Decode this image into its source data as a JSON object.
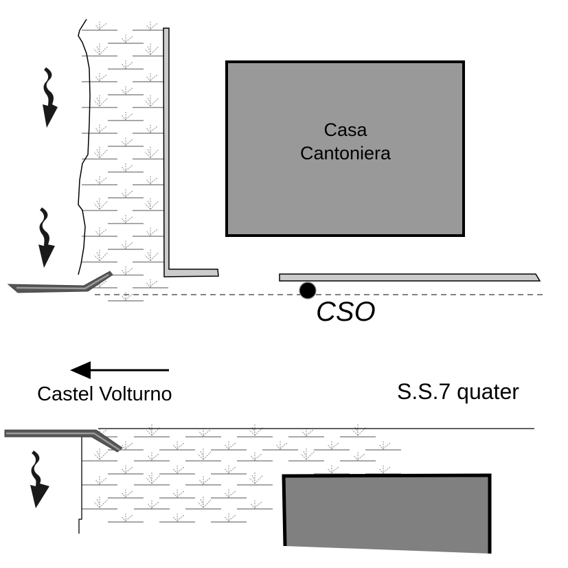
{
  "diagram": {
    "building_top": {
      "name_line1": "Casa",
      "name_line2": "Cantoniera",
      "fill": "#999999",
      "border": "#000000"
    },
    "building_bottom": {
      "fill": "#808080",
      "border": "#000000"
    },
    "outfall": {
      "label": "CSO",
      "marker_color": "#000000"
    },
    "direction": {
      "label": "Castel Volturno",
      "arrow": "arrow-left"
    },
    "road": {
      "label": "S.S.7 quater"
    },
    "walls": {
      "fill": "#cccccc",
      "border": "#000000"
    },
    "pipes": {
      "outer": "#555555",
      "inner": "#999999"
    },
    "vegetation": {
      "color": "#888888"
    },
    "flow_arrows": {
      "color": "#1a1a1a",
      "count": 3
    }
  }
}
